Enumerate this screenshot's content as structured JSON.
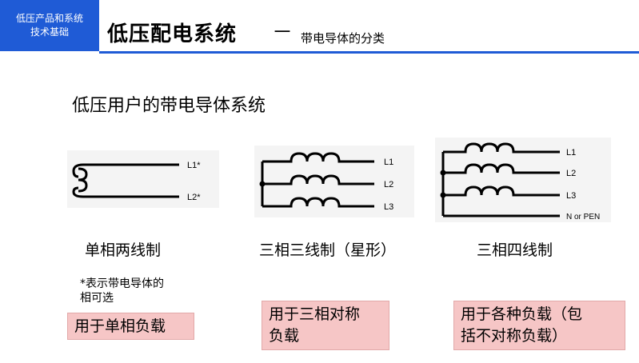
{
  "header": {
    "badge_line1": "低压产品和系统",
    "badge_line2": "技术基础",
    "title": "低压配电系统",
    "dash": "－",
    "subtitle": "带电导体的分类"
  },
  "section_title": "低压用户的带电导体系统",
  "diagrams": {
    "single_phase": {
      "labels": [
        "L1*",
        "L2*"
      ]
    },
    "three_phase_three_wire": {
      "labels": [
        "L1",
        "L2",
        "L3"
      ]
    },
    "three_phase_four_wire": {
      "labels": [
        "L1",
        "L2",
        "L3",
        "N or PEN"
      ]
    }
  },
  "captions": {
    "single_phase": "单相两线制",
    "three_wire": "三相三线制（星形）",
    "four_wire": "三相四线制"
  },
  "note": {
    "line1": "*表示带电导体的",
    "line2": "相可选"
  },
  "boxes": {
    "single_phase": "用于单相负载",
    "three_wire_line1": "用于三相对称",
    "three_wire_line2": "负载",
    "four_wire_line1": "用于各种负载（包",
    "four_wire_line2": "括不对称负载）"
  }
}
